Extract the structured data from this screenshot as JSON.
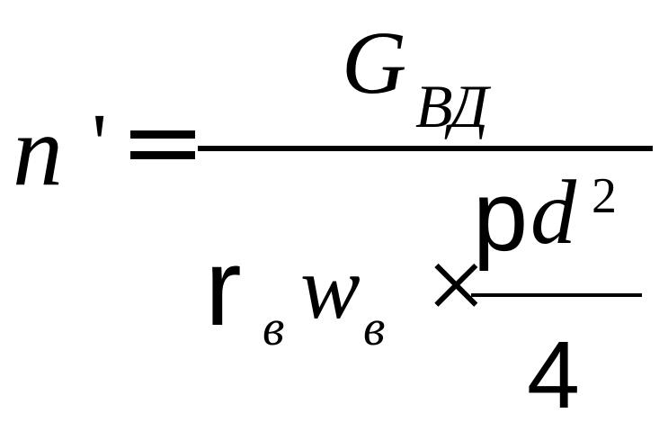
{
  "formula": {
    "lhs_variable": "n",
    "lhs_prime": "'",
    "numerator_symbol": "G",
    "numerator_subscript": "ВД",
    "denominator": {
      "density_symbol": "r",
      "density_subscript": "в",
      "velocity_symbol": "w",
      "velocity_subscript": "в",
      "times_sign": "×",
      "pi_symbol": "p",
      "diameter_symbol": "d",
      "exponent": "2",
      "divisor": "4"
    }
  }
}
